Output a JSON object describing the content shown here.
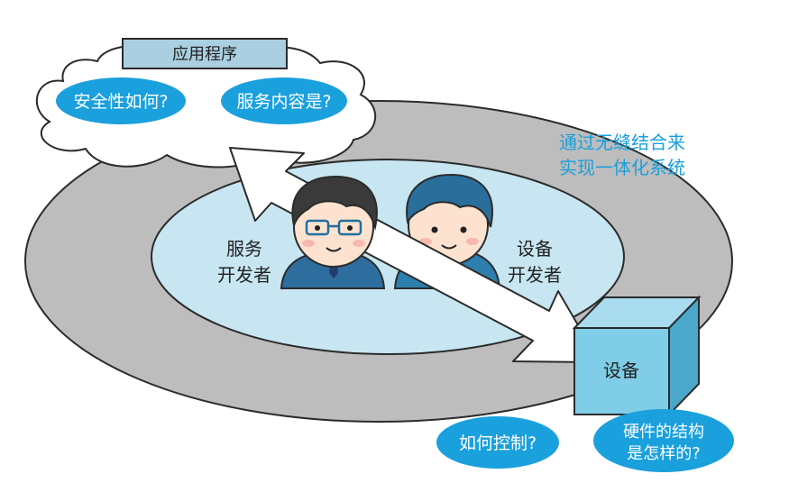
{
  "app": {
    "title": "应用程序",
    "q_security": "安全性如何?",
    "q_service": "服务内容是?"
  },
  "caption": {
    "line1": "通过无缝结合来",
    "line2": "实现一体化系统"
  },
  "service_dev": {
    "line1": "服务",
    "line2": "开发者"
  },
  "device_dev": {
    "line1": "设备",
    "line2": "开发者"
  },
  "device": {
    "label": "设备",
    "q_control": "如何控制?",
    "q_hw_line1": "硬件的结构",
    "q_hw_line2": "是怎样的?"
  },
  "colors": {
    "outer_ring": "#bdbdbd",
    "inner_oval": "#c7e6f1",
    "bubble": "#1aa0dc",
    "device_front": "#7fcde6",
    "caption": "#1aa0dc"
  }
}
